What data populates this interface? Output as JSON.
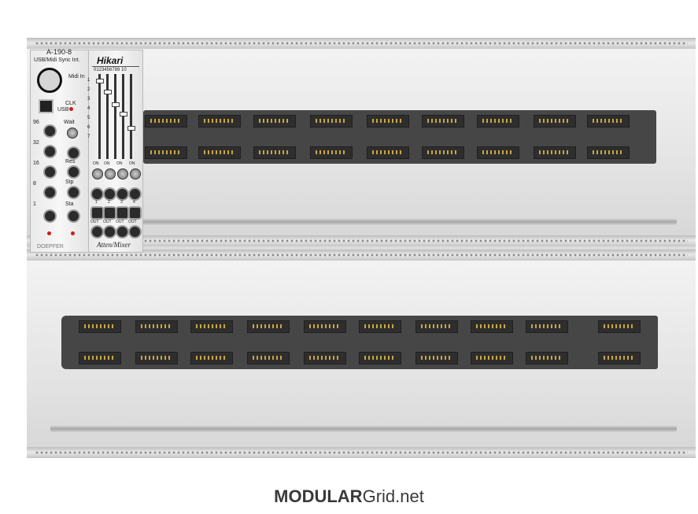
{
  "modules": {
    "a190": {
      "title": "A-190-8",
      "subtitle": "USB/Midi Sync Int.",
      "midi_label": "Midi In",
      "usb_label": "USB",
      "clk_label": "CLK",
      "row_labels": [
        "96",
        "32",
        "16",
        "8",
        "1"
      ],
      "right_labels": [
        "Wait",
        "Res",
        "Stp",
        "Sta"
      ],
      "brand": "DOEPFER"
    },
    "atten": {
      "brand": "Hikari",
      "scale": "0123456789 10",
      "name": "Atten/Mixer",
      "on_label": "ON",
      "out_label": "OUT",
      "row_nums": [
        "1",
        "2",
        "3",
        "4",
        "5",
        "6",
        "7"
      ],
      "chan_nums": [
        "1",
        "2",
        "3",
        "4"
      ]
    }
  },
  "footer": {
    "brand_bold": "MODULAR",
    "brand_rest": "Grid.net"
  }
}
